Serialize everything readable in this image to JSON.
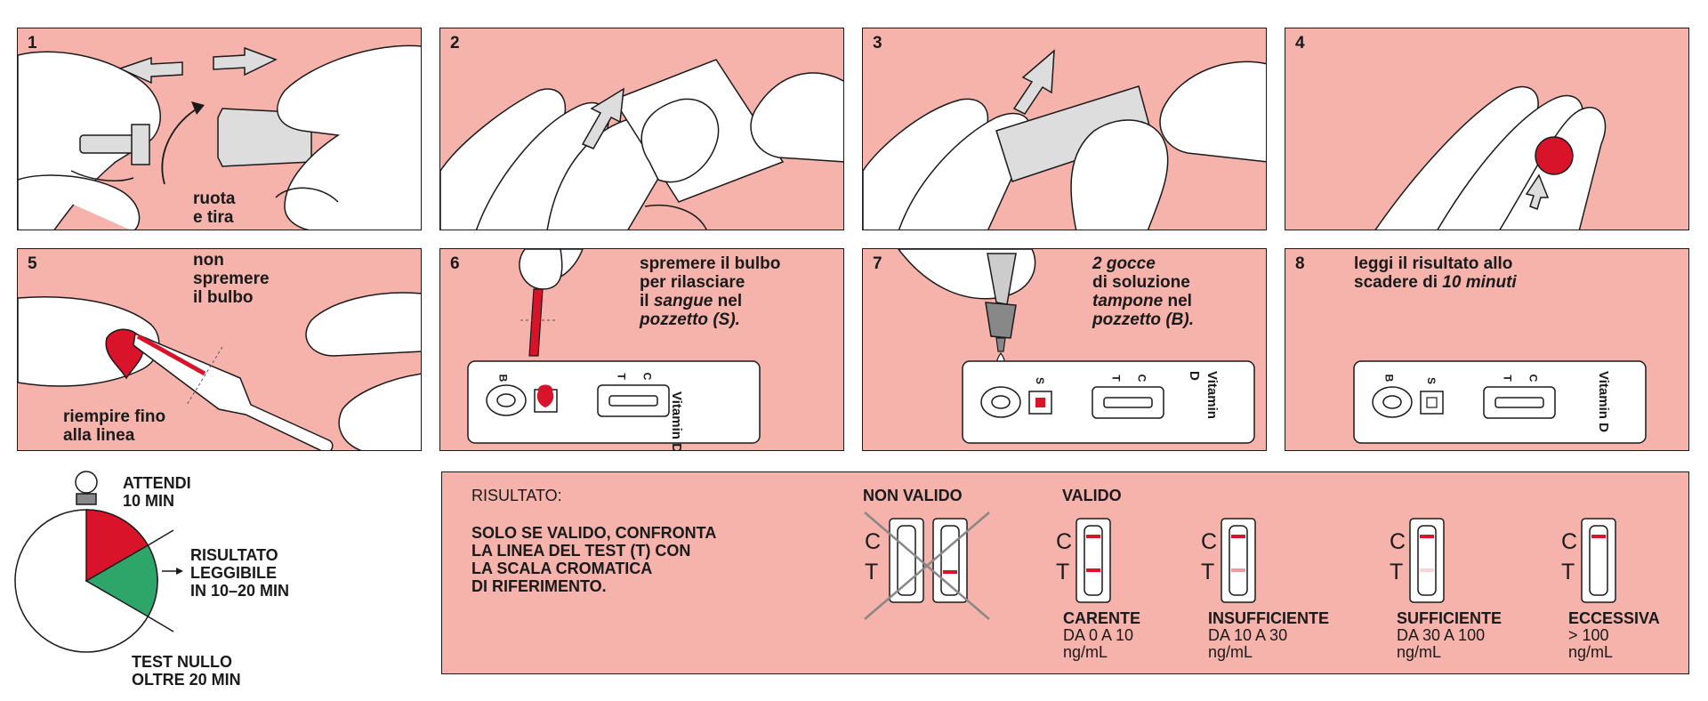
{
  "panels": [
    {
      "num": "1",
      "label_lines": [
        "ruota",
        "e tira"
      ]
    },
    {
      "num": "2"
    },
    {
      "num": "3"
    },
    {
      "num": "4"
    },
    {
      "num": "5",
      "label_top_lines": [
        "non",
        "spremere",
        "il bulbo"
      ],
      "label_bottom_lines": [
        "riempire fino",
        "alla linea"
      ]
    },
    {
      "num": "6",
      "label_html_lines": [
        "spremere il bulbo",
        "per rilasciare",
        "il <i>sangue</i> nel",
        "<i>pozzetto (S).</i>"
      ]
    },
    {
      "num": "7",
      "label_html_lines": [
        "<i>2 gocce</i>",
        "di soluzione",
        "<i>tampone</i> nel",
        "<i>pozzetto (B).</i>"
      ]
    },
    {
      "num": "8",
      "label_html_lines": [
        "leggi il risultato allo",
        "scadere di <i>10 minuti</i>"
      ]
    }
  ],
  "cassette": {
    "well_b": "B",
    "well_s": "S",
    "mark_t": "T",
    "mark_c": "C",
    "brand": "Vitamin D"
  },
  "timer": {
    "wait_lines": [
      "ATTENDI",
      "10 MIN"
    ],
    "readable_lines": [
      "RISULTATO",
      "LEGGIBILE",
      "IN 10–20 MIN"
    ],
    "null_lines": [
      "TEST NULLO",
      "OLTRE 20 MIN"
    ],
    "colors": {
      "wait": "#d9132a",
      "readable": "#2ea66a"
    }
  },
  "result": {
    "title": "RISULTATO:",
    "instruction_lines": [
      "SOLO SE VALIDO, CONFRONTA",
      "LA LINEA DEL TEST (T) CON",
      "LA SCALA CROMATICA",
      "DI RIFERIMENTO."
    ],
    "invalid_label": "NON VALIDO",
    "valid_label": "VALIDO",
    "c_letter": "C",
    "t_letter": "T",
    "categories": [
      {
        "name": "CARENTE",
        "range": "DA 0 A 10",
        "unit": "ng/mL",
        "t_line_color": "#d9132a"
      },
      {
        "name": "INSUFFICIENTE",
        "range": "DA 10 A 30",
        "unit": "ng/mL",
        "t_line_color": "#f09aa4"
      },
      {
        "name": "SUFFICIENTE",
        "range": "DA 30 A 100",
        "unit": "ng/mL",
        "t_line_color": "#f9d3d7"
      },
      {
        "name": "ECCESSIVA",
        "range": "> 100",
        "unit": "ng/mL",
        "t_line_color": "none"
      }
    ],
    "colors": {
      "panel_bg": "#f6b3ac",
      "line_red": "#d9132a"
    }
  }
}
